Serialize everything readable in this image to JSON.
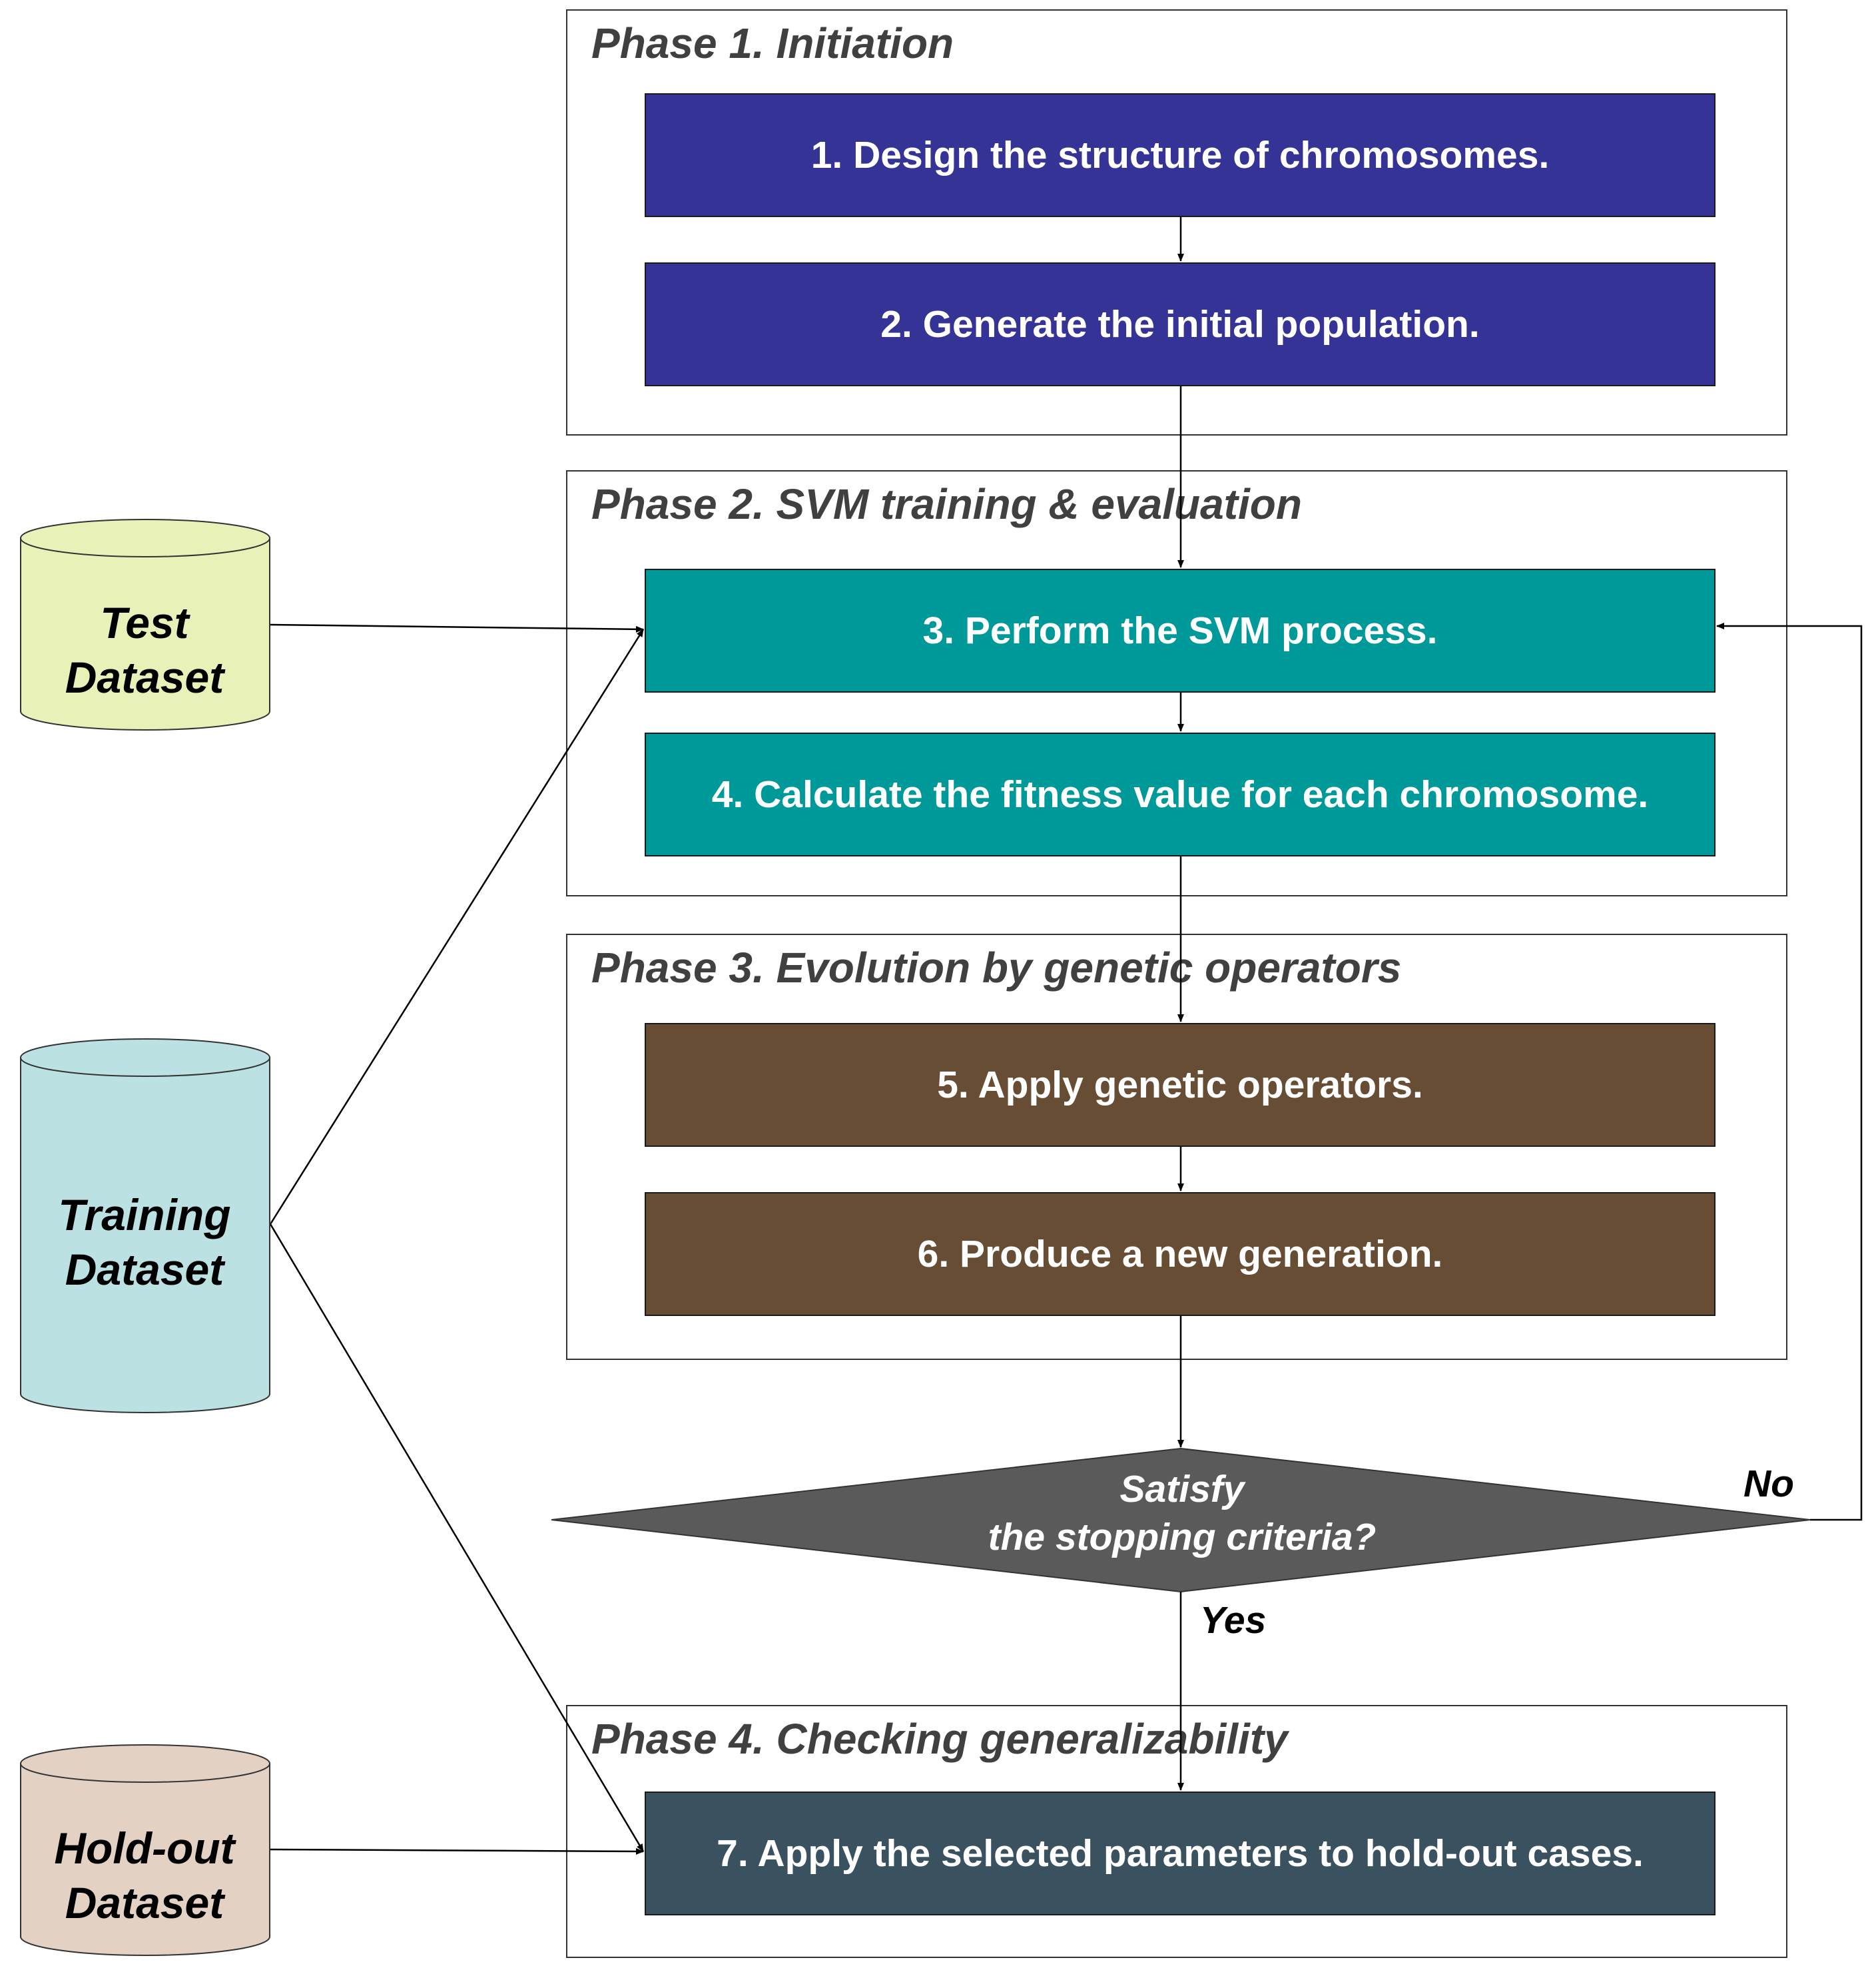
{
  "colors": {
    "phase1_step": "#353396",
    "phase2_step": "#009999",
    "phase3_step": "#664D33",
    "phase4_step": "#3A5160",
    "decision": "#5A5A5A",
    "test_dataset": "#E8F2B8",
    "training_dataset": "#BCE1E3",
    "holdout_dataset": "#E3D2C3"
  },
  "phases": [
    {
      "title": "Phase 1. Initiation"
    },
    {
      "title": "Phase 2. SVM training & evaluation"
    },
    {
      "title": "Phase 3. Evolution by genetic operators"
    },
    {
      "title": "Phase 4. Checking generalizability"
    }
  ],
  "steps": [
    {
      "label": "1. Design the structure of chromosomes."
    },
    {
      "label": "2. Generate the initial population."
    },
    {
      "label": "3. Perform the SVM process."
    },
    {
      "label": "4. Calculate the fitness value for each chromosome."
    },
    {
      "label": "5. Apply genetic operators."
    },
    {
      "label": "6. Produce a new generation."
    },
    {
      "label": "7. Apply the selected parameters to hold-out cases."
    }
  ],
  "decision": {
    "line1": "Satisfy",
    "line2": "the stopping criteria?"
  },
  "edge_labels": {
    "no": "No",
    "yes": "Yes"
  },
  "datasets": {
    "test": {
      "line1": "Test",
      "line2": "Dataset"
    },
    "training": {
      "line1": "Training",
      "line2": "Dataset"
    },
    "holdout": {
      "line1": "Hold-out",
      "line2": "Dataset"
    }
  }
}
